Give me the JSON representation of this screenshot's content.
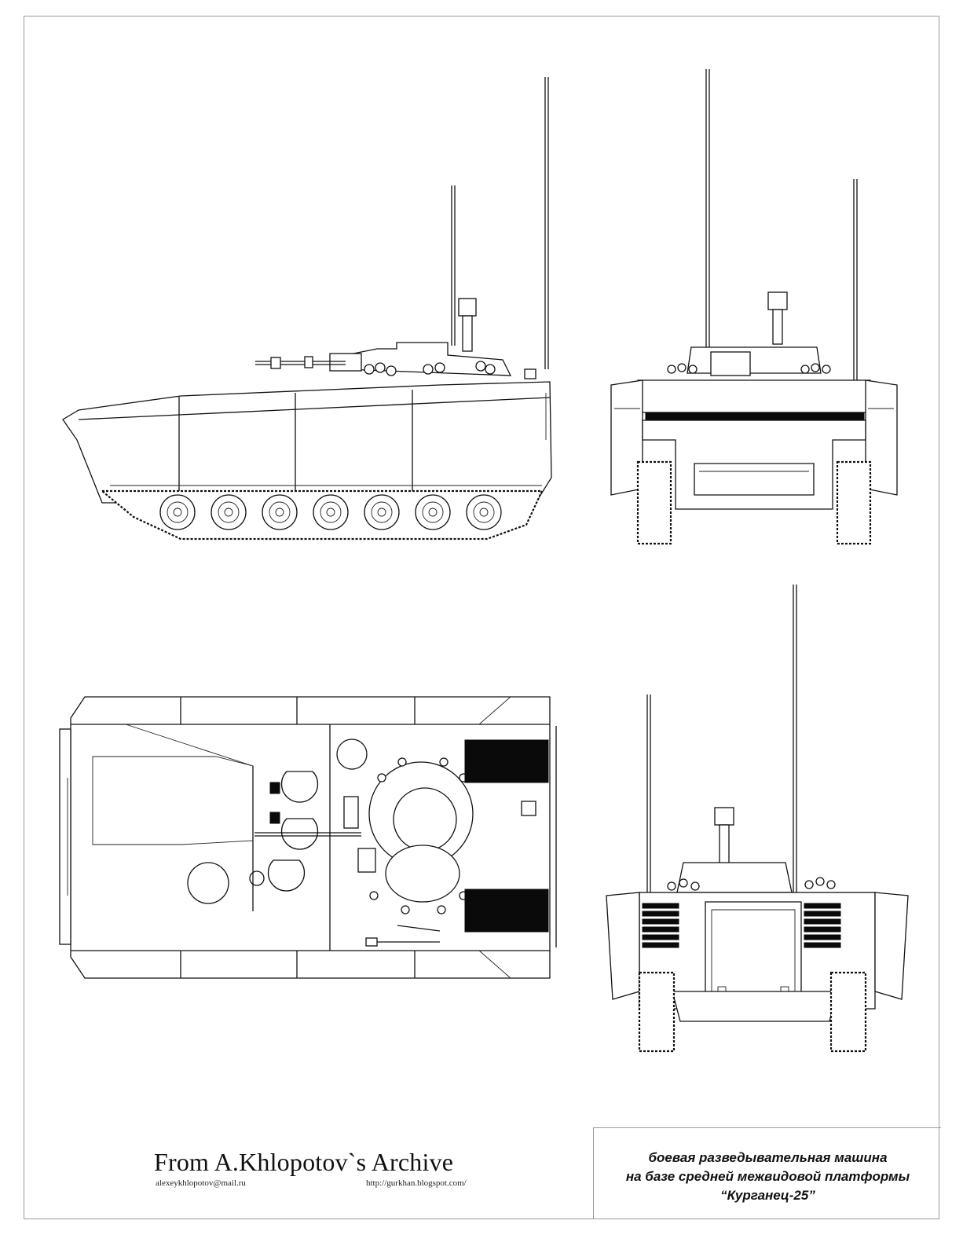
{
  "credit": {
    "title": "From A.Khlopotov`s Archive",
    "email": "alexeykhlopotov@mail.ru",
    "url": "http://gurkhan.blogspot.com/"
  },
  "caption": {
    "line1": "боевая разведывательная машина",
    "line2": "на базе средней межвидовой платформы",
    "line3": "“Курганец-25”"
  },
  "views": [
    "side-view",
    "front-view",
    "top-view",
    "rear-view"
  ],
  "colors": {
    "line": "#111111",
    "paper": "#ffffff",
    "frame": "#9a9a9a"
  }
}
